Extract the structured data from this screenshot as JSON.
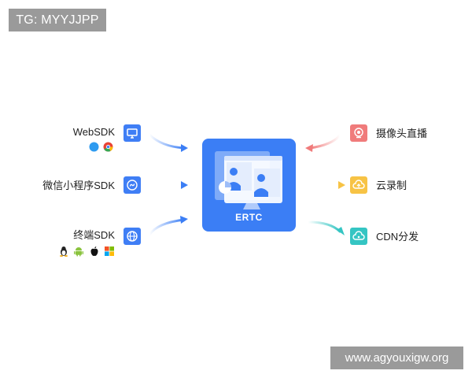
{
  "watermarks": {
    "top_left": "TG: MYYJJPP",
    "bottom_right": "www.agyouxigw.org"
  },
  "center": {
    "label": "ERTC"
  },
  "left_nodes": [
    {
      "label": "WebSDK",
      "icon": "monitor-icon",
      "sub_icons": [
        "safari-icon",
        "chrome-icon"
      ]
    },
    {
      "label": "微信小程序SDK",
      "icon": "mini-program-icon"
    },
    {
      "label": "终端SDK",
      "icon": "globe-icon",
      "sub_icons": [
        "linux-icon",
        "android-icon",
        "apple-icon",
        "windows-icon"
      ]
    }
  ],
  "right_nodes": [
    {
      "label": "摄像头直播",
      "icon": "camera-icon"
    },
    {
      "label": "云录制",
      "icon": "cloud-upload-icon"
    },
    {
      "label": "CDN分发",
      "icon": "cdn-cloud-icon"
    }
  ],
  "colors": {
    "primary_blue": "#3b7ef5",
    "camera_red": "#f07b7b",
    "record_yellow": "#f7c345",
    "cdn_teal": "#35c5c3"
  }
}
